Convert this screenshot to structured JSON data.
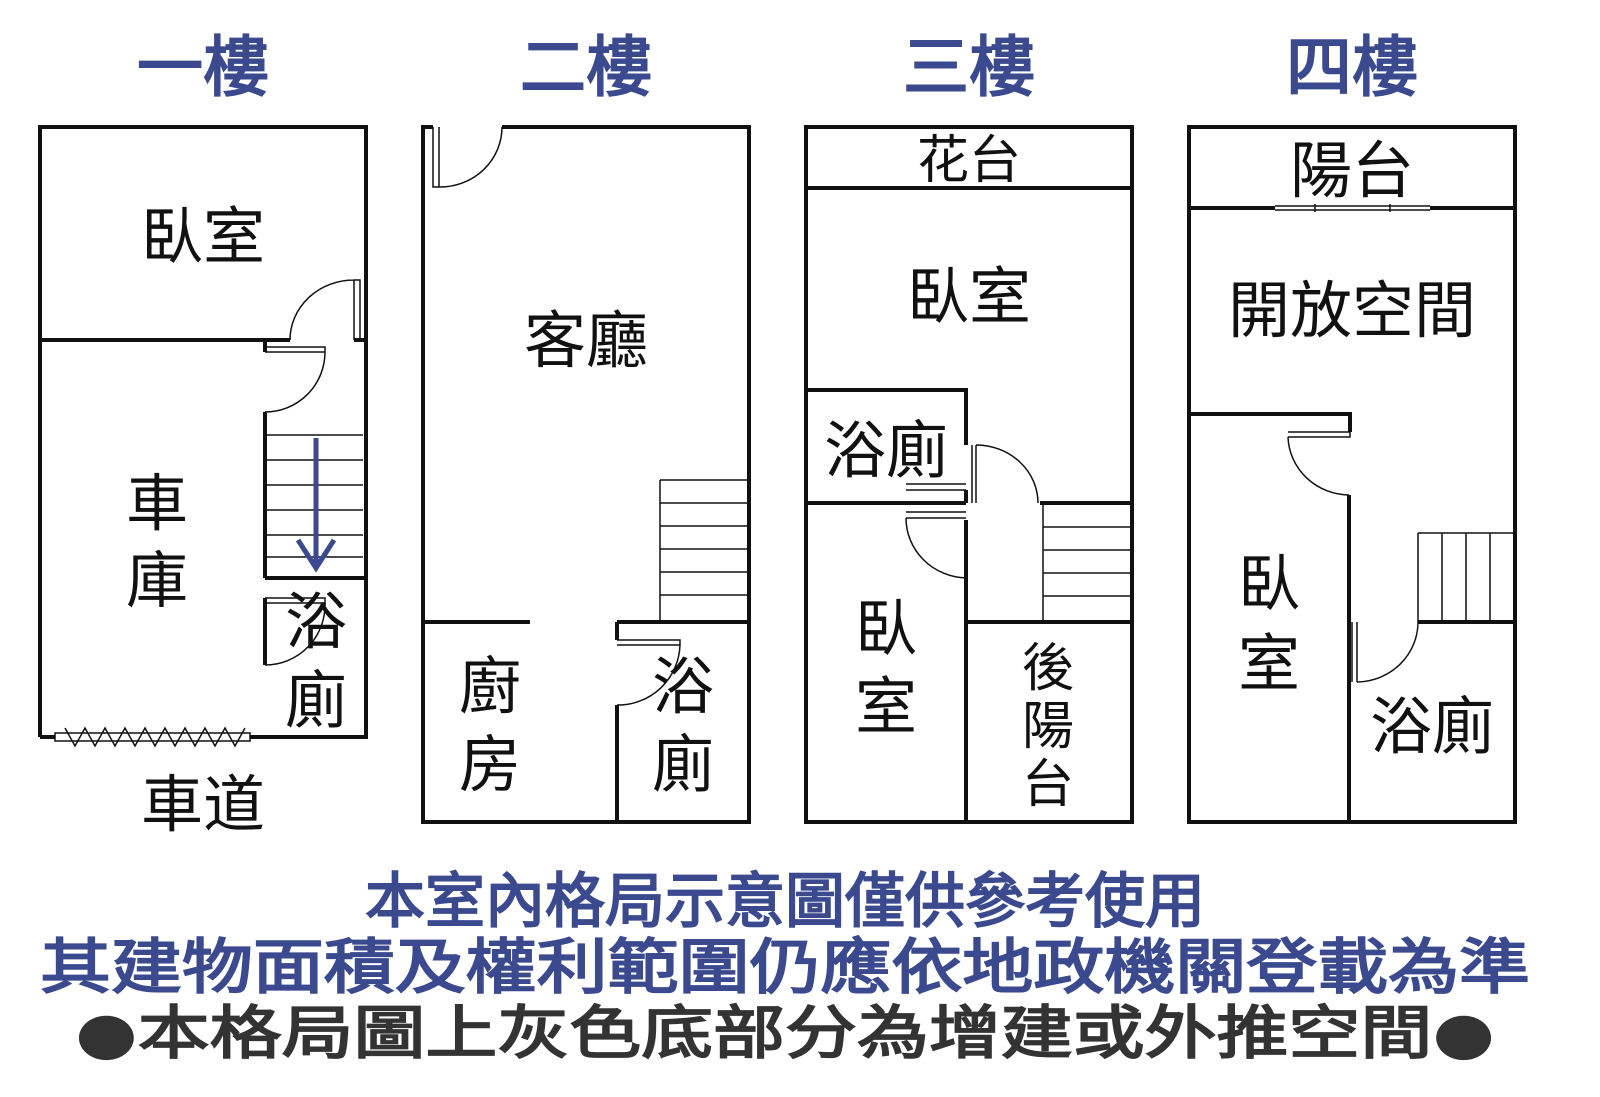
{
  "floors": [
    {
      "title": "一樓",
      "rooms": {
        "bedroom": "臥室",
        "garage": [
          "車",
          "庫"
        ],
        "bath": [
          "浴",
          "廁"
        ],
        "driveway": "車道"
      }
    },
    {
      "title": "二樓",
      "rooms": {
        "living": "客廳",
        "kitchen": [
          "廚",
          "房"
        ],
        "bath": [
          "浴",
          "廁"
        ]
      }
    },
    {
      "title": "三樓",
      "rooms": {
        "planter": "花台",
        "bedroom": "臥室",
        "bath": "浴廁",
        "bedroom2": [
          "臥",
          "室"
        ],
        "rear_balcony": [
          "後",
          "陽",
          "台"
        ]
      }
    },
    {
      "title": "四樓",
      "rooms": {
        "balcony": "陽台",
        "open_space": "開放空間",
        "bedroom": [
          "臥",
          "室"
        ],
        "bath": "浴廁"
      }
    }
  ],
  "notes": {
    "line1": "本室內格局示意圖僅供參考使用",
    "line2": "其建物面積及權利範圍仍應依地政機關登載為準",
    "line3": "●本格局圖上灰色底部分為增建或外推空間●"
  },
  "colors": {
    "accent": "#3b4a8e"
  }
}
